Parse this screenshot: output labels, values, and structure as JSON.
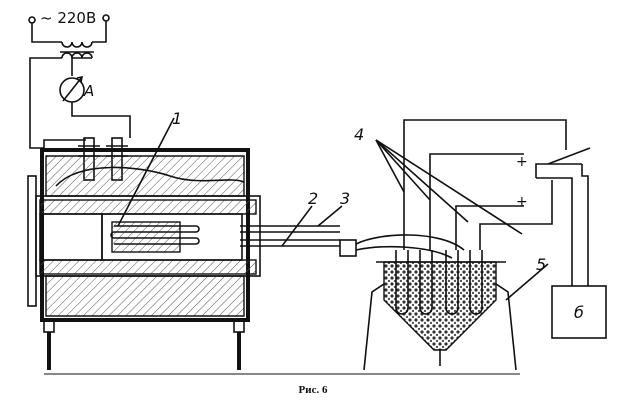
{
  "labels": {
    "power": "~ 220В",
    "ammeter": "А",
    "n1": "1",
    "n2": "2",
    "n3": "3",
    "n4": "4",
    "n5": "5",
    "n6": "б",
    "plus_top": "+",
    "plus_bottom": "+"
  },
  "caption": "Рис. 6"
}
